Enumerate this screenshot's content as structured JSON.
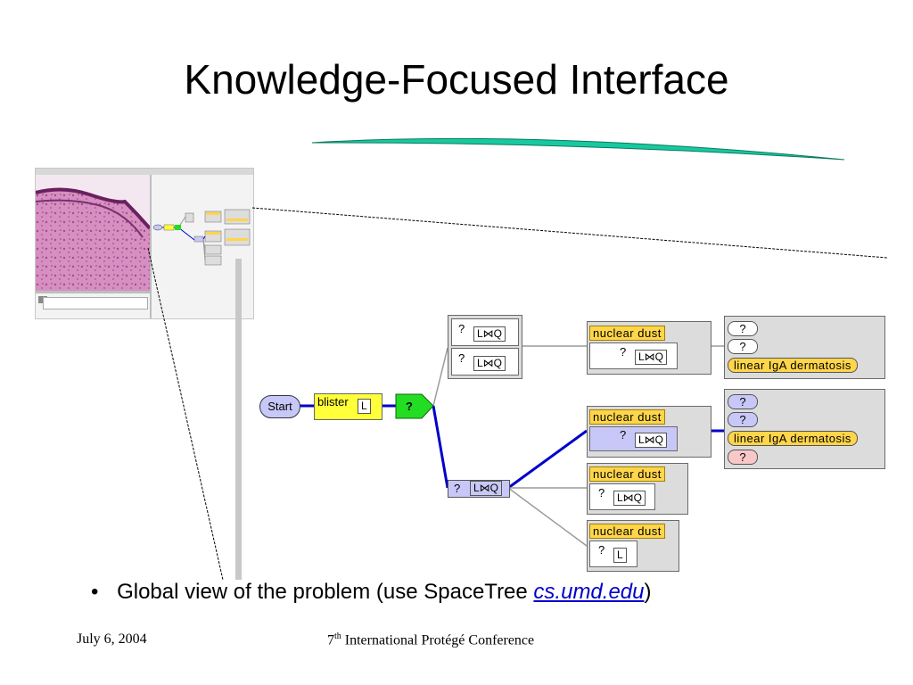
{
  "slide": {
    "title": "Knowledge-Focused Interface",
    "bullet": {
      "marker": "•",
      "text_before": "Global view of the problem (use SpaceTree ",
      "link_text": "cs.umd.edu",
      "text_after": ")"
    },
    "footer": {
      "date": "July 6, 2004",
      "conference_prefix": "7",
      "conference_sup": "th",
      "conference_rest": " International Protégé Conference"
    }
  },
  "tree": {
    "start_label": "Start",
    "blister_label": "blister",
    "l_label": "L",
    "q_label": "?",
    "lq_label": "L⋈Q",
    "feature_label": "nuclear dust",
    "diagnosis_label": "linear IgA dermatosis"
  },
  "colors": {
    "accent_swoosh": "#18c9a0",
    "tree_edge_active": "#0000c8",
    "tree_edge_inactive": "#9a9a9a",
    "node_yellow": "#ffff3a",
    "node_green": "#22dd22",
    "node_blue": "#c8c8f8",
    "label_yellow": "#ffd54a",
    "pill_pink": "#f8c8c8"
  }
}
